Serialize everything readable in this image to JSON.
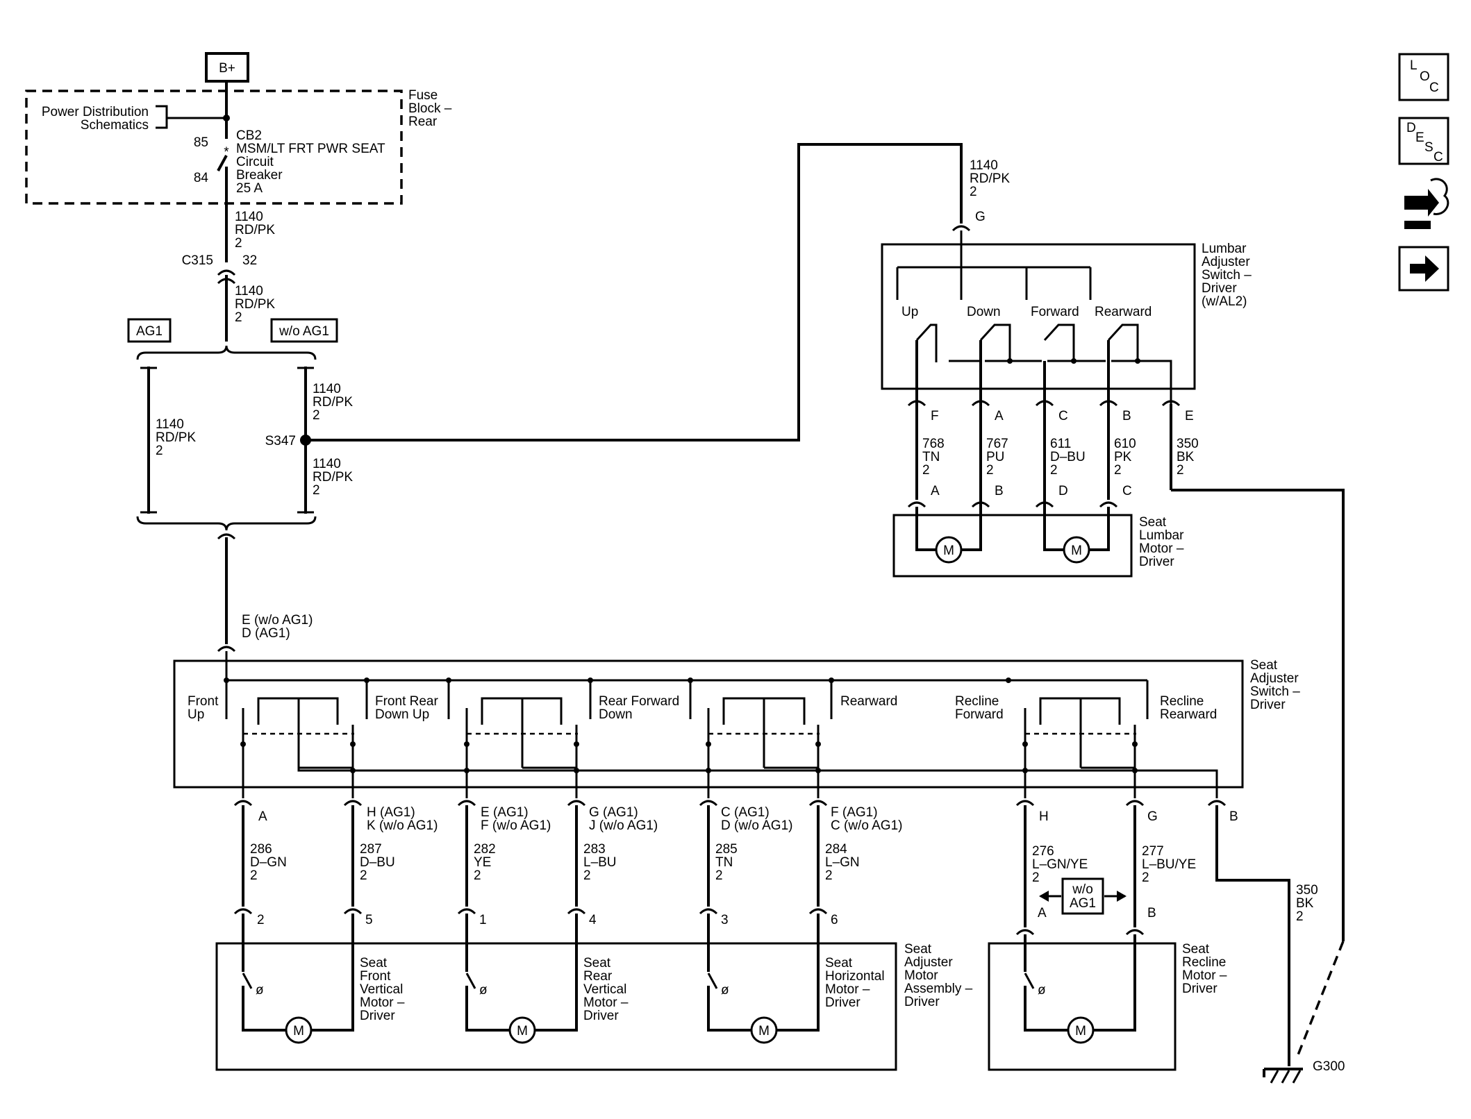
{
  "power": {
    "bplus": "B+",
    "pds": [
      "Power Distribution",
      "Schematics"
    ],
    "fuse_block": [
      "Fuse",
      "Block –",
      "Rear"
    ],
    "pin85": "85",
    "pin84": "84",
    "breaker": [
      "CB2",
      "MSM/LT FRT PWR SEAT",
      "Circuit",
      "Breaker",
      "25 A"
    ]
  },
  "wire_1140": [
    "1140",
    "RD/PK",
    "2"
  ],
  "c315": {
    "name": "C315",
    "pin": "32"
  },
  "options": {
    "ag1": "AG1",
    "wo_ag1": "w/o AG1",
    "wo_ag1_lines": [
      "w/o",
      "AG1"
    ]
  },
  "s347": "S347",
  "seat_in_pin": [
    "E (w/o AG1)",
    "D (AG1)"
  ],
  "lumbar_switch": {
    "pin_g": "G",
    "name": [
      "Lumbar",
      "Adjuster",
      "Switch –",
      "Driver",
      "(w/AL2)"
    ],
    "labels": [
      "Up",
      "Down",
      "Forward",
      "Rearward"
    ],
    "pins": [
      "F",
      "A",
      "C",
      "B",
      "E"
    ],
    "wires": [
      [
        "768",
        "TN",
        "2"
      ],
      [
        "767",
        "PU",
        "2"
      ],
      [
        "611",
        "D–BU",
        "2"
      ],
      [
        "610",
        "PK",
        "2"
      ],
      [
        "350",
        "BK",
        "2"
      ]
    ]
  },
  "lumbar_motor": {
    "pins": [
      "A",
      "B",
      "D",
      "C"
    ],
    "name": [
      "Seat",
      "Lumbar",
      "Motor –",
      "Driver"
    ],
    "m": "M"
  },
  "seat_switch": {
    "name": [
      "Seat",
      "Adjuster",
      "Switch –",
      "Driver"
    ],
    "labels": [
      [
        "Front",
        "Up"
      ],
      [
        "Front  Rear",
        "Down  Up"
      ],
      [
        "Rear  Forward",
        "Down"
      ],
      [
        "Rearward"
      ],
      [
        "Recline",
        "Forward"
      ],
      [
        "Recline",
        "Rearward"
      ]
    ],
    "pins": [
      [
        "A"
      ],
      [
        "H (AG1)",
        "K (w/o AG1)"
      ],
      [
        "E (AG1)",
        "F (w/o AG1)"
      ],
      [
        "G (AG1)",
        "J (w/o AG1)"
      ],
      [
        "C (AG1)",
        "D (w/o AG1)"
      ],
      [
        "F (AG1)",
        "C (w/o AG1)"
      ],
      [
        "H"
      ],
      [
        "G"
      ],
      [
        "B"
      ]
    ],
    "wires": [
      [
        "286",
        "D–GN",
        "2"
      ],
      [
        "287",
        "D–BU",
        "2"
      ],
      [
        "282",
        "YE",
        "2"
      ],
      [
        "283",
        "L–BU",
        "2"
      ],
      [
        "285",
        "TN",
        "2"
      ],
      [
        "284",
        "L–GN",
        "2"
      ],
      [
        "276",
        "L–GN/YE",
        "2"
      ],
      [
        "277",
        "L–BU/YE",
        "2"
      ],
      [
        "350",
        "BK",
        "2"
      ]
    ]
  },
  "motor_assembly": {
    "pins": [
      "2",
      "5",
      "1",
      "4",
      "3",
      "6"
    ],
    "motors": [
      [
        "Seat",
        "Front",
        "Vertical",
        "Motor –",
        "Driver"
      ],
      [
        "Seat",
        "Rear",
        "Vertical",
        "Motor –",
        "Driver"
      ],
      [
        "Seat",
        "Horizontal",
        "Motor –",
        "Driver"
      ]
    ],
    "name": [
      "Seat",
      "Adjuster",
      "Motor",
      "Assembly –",
      "Driver"
    ]
  },
  "recline_motor": {
    "pins": [
      "A",
      "B"
    ],
    "name": [
      "Seat",
      "Recline",
      "Motor –",
      "Driver"
    ]
  },
  "ground": "G300",
  "nav": {
    "loc": [
      "L",
      "O",
      "C"
    ],
    "desc": [
      "D",
      "E",
      "S",
      "C"
    ],
    "icons": [
      "connector-icon",
      "arrow-right-icon"
    ]
  }
}
